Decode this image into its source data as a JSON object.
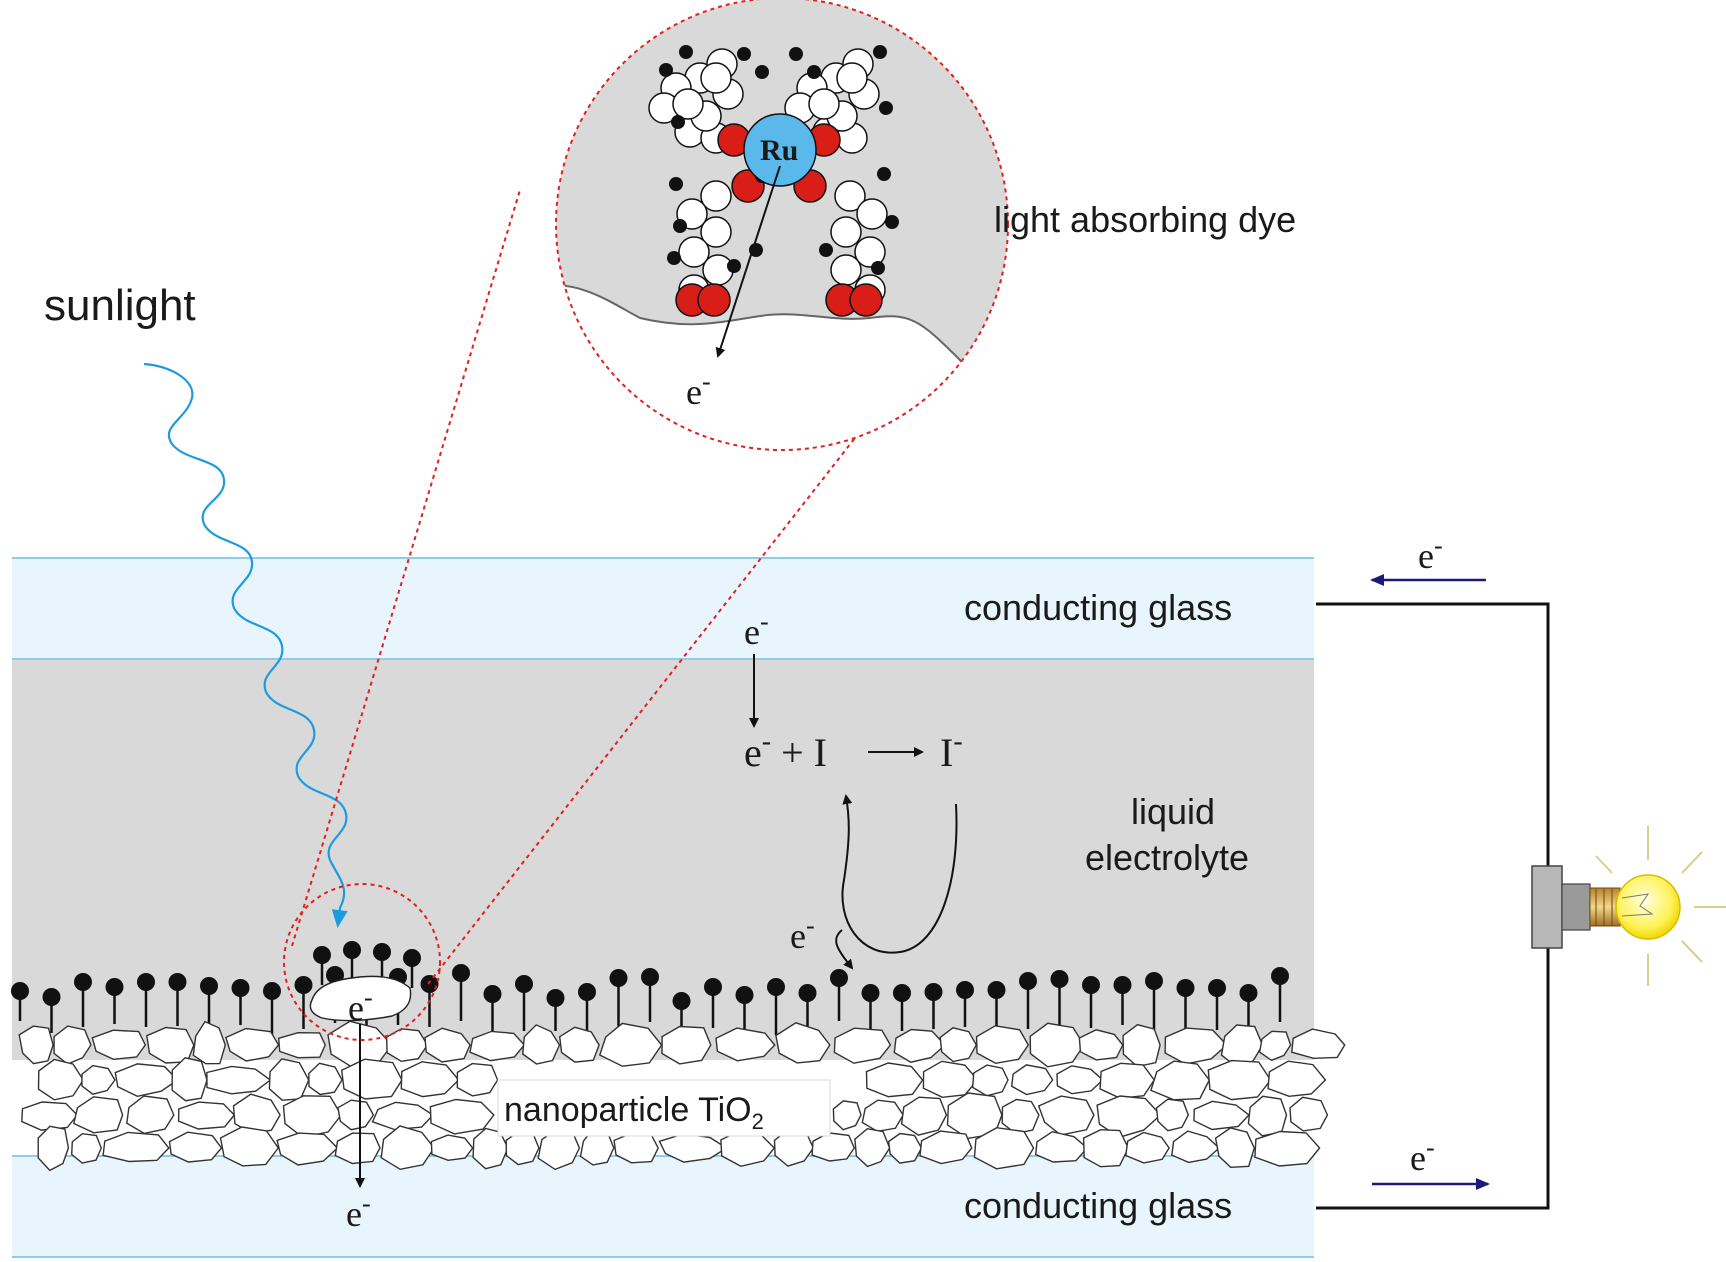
{
  "title": "",
  "labels": {
    "sunlight": "sunlight",
    "dye": "light absorbing dye",
    "glass_top": "conducting glass",
    "glass_bottom": "conducting glass",
    "electrolyte_line1": "liquid",
    "electrolyte_line2": "electrolyte",
    "tio2_main": "nanoparticle TiO",
    "tio2_sub": "2",
    "ru": "Ru"
  },
  "electron": {
    "base": "e",
    "sup": "-"
  },
  "reaction": {
    "electron": "e",
    "plus": "+ I",
    "product": "I"
  },
  "colors": {
    "glass_fill": "#e9f5fc",
    "glass_line": "#8fcbea",
    "electrolyte": "#d9d9d9",
    "sunlight_wave": "#1e9be0",
    "zoom_outline": "#e02020",
    "atom_red": "#d91e18",
    "ru_blue": "#5bb8ea",
    "circuit_arrow": "#1a1a7a",
    "bulb_yellow": "#fff25a"
  },
  "icons": {
    "bulb": "light-bulb-icon",
    "wave": "sunlight-wave-icon"
  }
}
